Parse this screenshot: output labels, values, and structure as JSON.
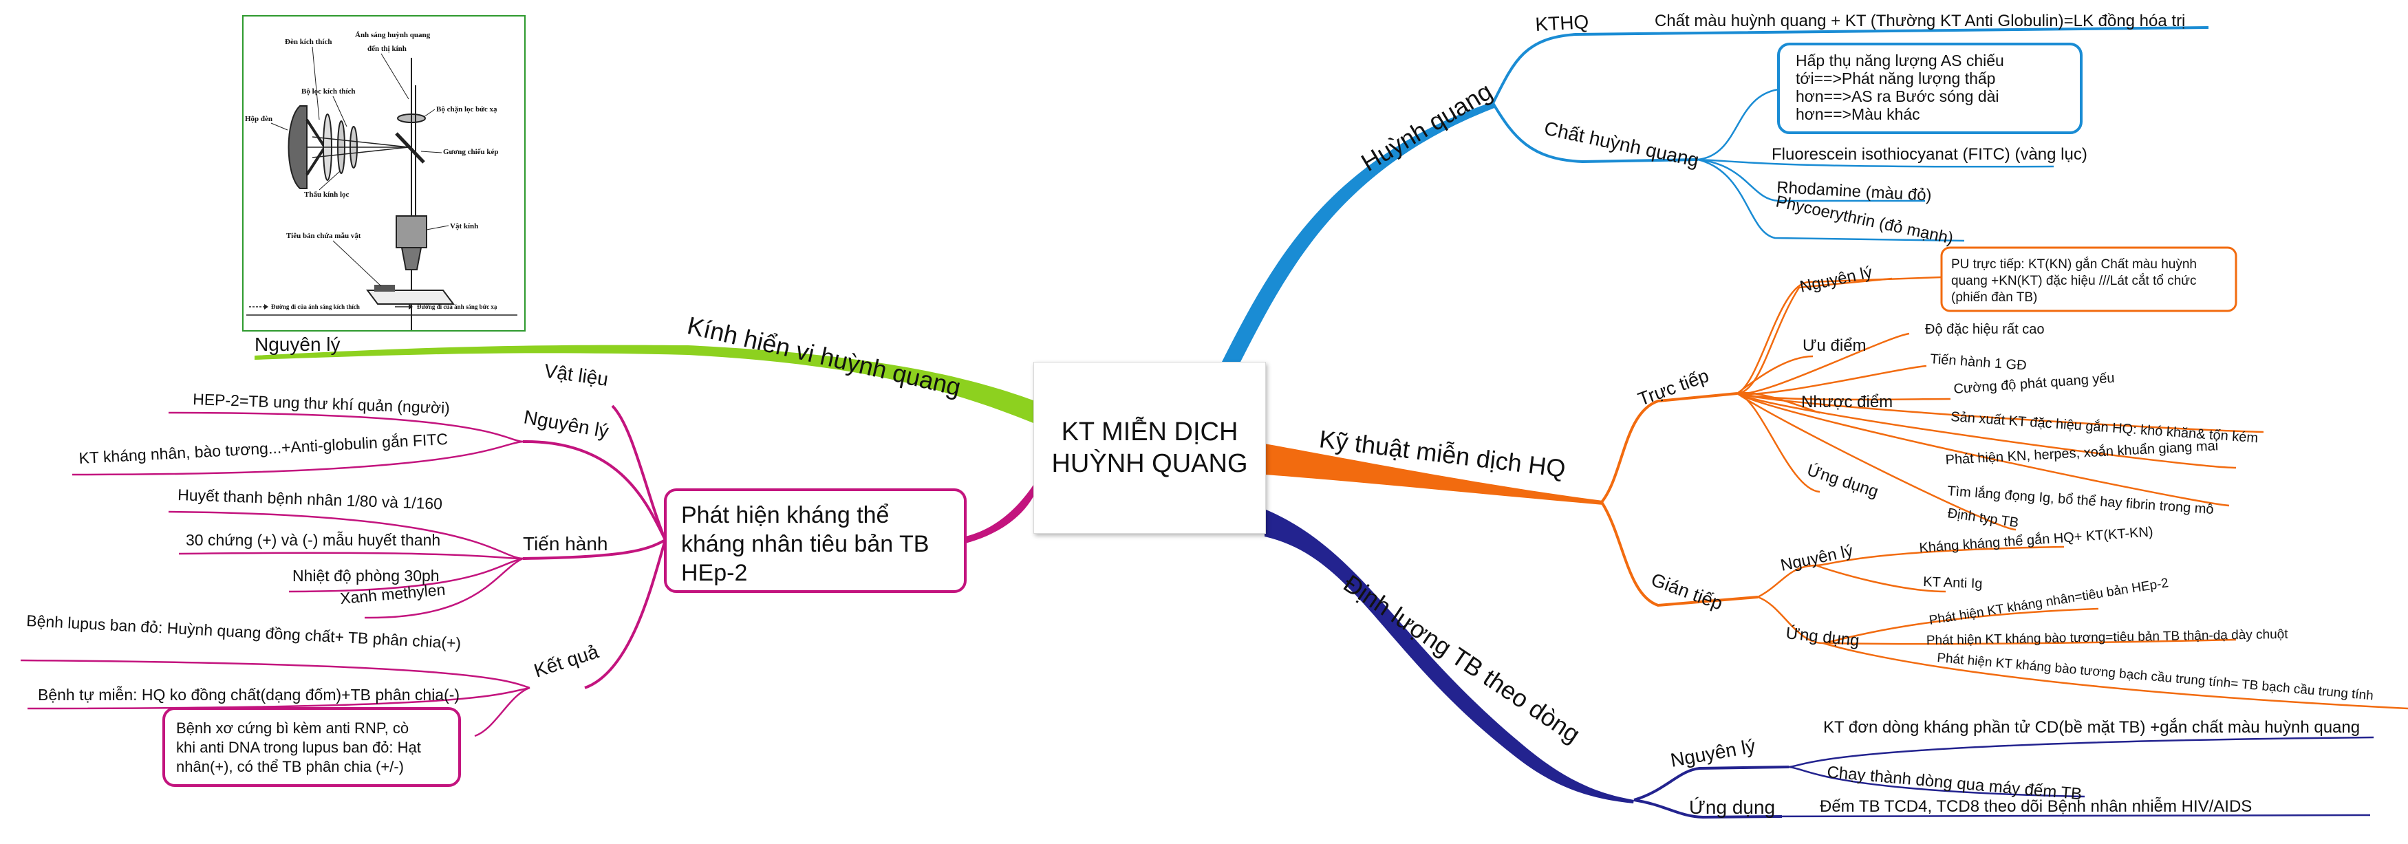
{
  "central": {
    "line1": "KT MIỄN DỊCH",
    "line2": "HUỲNH QUANG"
  },
  "colors": {
    "blue": "#1a8cd4",
    "orange": "#f26b0f",
    "navy": "#23238f",
    "green": "#8dd11f",
    "magenta": "#c3147e",
    "figure_border": "#2e9a2e"
  },
  "huynh_quang": {
    "title": "Huỳnh quang",
    "kthq": {
      "label": "KTHQ",
      "text": "Chất màu huỳnh quang + KT (Thường KT Anti Globulin)=LK đồng hóa trị"
    },
    "chat_hq": {
      "label": "Chất huỳnh quang",
      "box": [
        "Hấp thụ năng lượng AS chiếu",
        "tới==>Phát năng lượng thấp",
        "hơn==>AS ra Bước sóng dài",
        "hơn==>Màu khác"
      ],
      "items": [
        "Fluorescein isothiocyanat (FITC) (vàng lục)",
        "Rhodamine (màu đỏ)",
        "Phycoerythrin (đỏ mạnh)"
      ]
    }
  },
  "ktmd": {
    "title": "Kỹ thuật miễn dịch HQ",
    "truc_tiep": {
      "label": "Trực tiếp",
      "nguyen_ly": {
        "label": "Nguyên lý",
        "box": [
          "PU trực tiếp: KT(KN) gắn Chất màu huỳnh",
          "quang +KN(KT) đặc hiệu ///Lát cắt tổ chức",
          "(phiến đàn TB)"
        ]
      },
      "uu_diem": {
        "label": "Ưu điểm",
        "items": [
          "Độ đặc hiệu rất cao",
          "Tiến hành 1 GĐ"
        ]
      },
      "nhuoc_diem": {
        "label": "Nhược điểm",
        "items": [
          "Cường độ phát quang yếu",
          "Sản xuất KT đặc hiệu gắn HQ: khó khăn& tốn kém"
        ]
      },
      "ung_dung": {
        "label": "Ứng dụng",
        "items": [
          "Phát hiện KN, herpes, xoắn khuẩn giang mai",
          "Tìm lắng đọng Ig, bổ thể hay fibrin trong mô",
          "Định typ TB"
        ]
      }
    },
    "gian_tiep": {
      "label": "Gián tiếp",
      "nguyen_ly": {
        "label": "Nguyên lý",
        "items": [
          "Kháng kháng thể gắn HQ+ KT(KT-KN)",
          "KT Anti Ig"
        ]
      },
      "ung_dung": {
        "label": "Ứng dụng",
        "items": [
          "Phát hiện KT kháng nhân=tiêu bản HEp-2",
          "Phát hiện KT kháng bào tương=tiêu bản TB thận-dạ dày chuột",
          "Phát hiện KT kháng bào tương bạch cầu trung tính= TB bạch cầu trung tính"
        ]
      }
    }
  },
  "dinh_luong": {
    "title": "Định lượng TB theo dòng",
    "nguyen_ly": {
      "label": "Nguyên lý",
      "items": [
        "KT đơn dòng kháng phần tử CD(bề mặt TB) +gắn chất màu huỳnh quang",
        "Chạy thành dòng qua máy đếm TB"
      ]
    },
    "ung_dung": {
      "label": "Ứng dụng",
      "items": [
        "Đếm TB TCD4, TCD8 theo dõi Bệnh nhân nhiễm HIV/AIDS"
      ]
    }
  },
  "kinh_hien_vi": {
    "title": "Kính hiển vi huỳnh quang",
    "nguyen_ly": "Nguyên lý",
    "figure": {
      "labels": {
        "den_kich_thich": "Đèn kích thích",
        "anh_sang_hq": "Ánh sáng huỳnh quang",
        "den_thi_kinh": "đến thị kính",
        "bo_loc_kt": "Bộ lọc kích thích",
        "bo_chan_loc": "Bộ chặn lọc bức xạ",
        "hop_den": "Hộp đèn",
        "guong": "Gương chiếu kép",
        "thau_kinh": "Thấu kính lọc",
        "vat_kinh": "Vật kính",
        "tieu_ban": "Tiêu bản chứa mẫu vật"
      },
      "legend": [
        "Đường đi của ánh sáng kích thích",
        "Đường đi của ánh sáng bức xạ"
      ]
    }
  },
  "phat_hien": {
    "title": [
      "Phát hiện kháng thể",
      "kháng nhân tiêu bản TB",
      "HEp-2"
    ],
    "vat_lieu": {
      "label": "Vật liệu"
    },
    "nguyen_ly": {
      "label": "Nguyên lý",
      "items": [
        "HEP-2=TB ung thư khí quản (người)",
        "KT kháng nhân, bào tương...+Anti-globulin gắn FITC"
      ]
    },
    "tien_hanh": {
      "label": "Tiến hành",
      "items": [
        "Huyết thanh bệnh nhân 1/80 và 1/160",
        "30 chứng (+) và (-) mẫu huyết thanh",
        "Nhiệt độ phòng 30ph",
        "Xanh methylen"
      ]
    },
    "ket_qua": {
      "label": "Kết quả",
      "items": [
        "Bệnh lupus ban đỏ: Huỳnh quang đồng chất+ TB phân chia(+)",
        "Bệnh tự miễn: HQ ko đồng chất(dạng đốm)+TB phân chia(-)"
      ],
      "box": [
        "Bệnh xơ cứng bì kèm anti RNP, cò",
        "khi anti DNA trong lupus ban đỏ: Hạt",
        "nhân(+), có thể TB phân chia (+/-)"
      ]
    }
  }
}
